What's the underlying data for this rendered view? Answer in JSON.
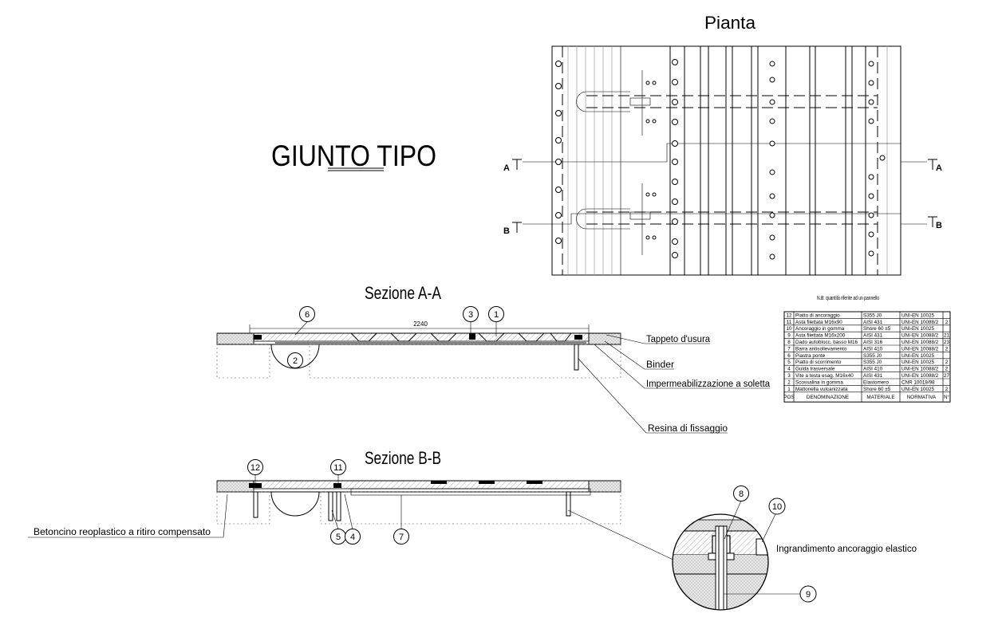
{
  "title": "GIUNTO TIPO",
  "views": {
    "plan": "Pianta",
    "section_aa": "Sezione A-A",
    "section_bb": "Sezione B-B"
  },
  "section_markers": {
    "a_left": "A",
    "a_right": "A",
    "b_left": "B",
    "b_right": "B"
  },
  "dimension": "2240",
  "callouts": {
    "tappeto": "Tappeto d'usura",
    "binder": "Binder",
    "impermeabilizzazione": "Impermeabilizzazione a soletta",
    "resina": "Resina di fissaggio",
    "betoncino": "Betoncino reoplastico a ritiro  compensato",
    "ingrandimento": "Ingrandimento ancoraggio elastico"
  },
  "balloons": [
    "1",
    "2",
    "3",
    "4",
    "5",
    "6",
    "7",
    "8",
    "9",
    "10",
    "11",
    "12"
  ],
  "table": {
    "note": "N.B: quantità riferite ad un pannello",
    "headers": [
      "POS",
      "DENOMINAZIONE",
      "MATERIALE",
      "NORMATIVA",
      "N°"
    ],
    "rows": [
      {
        "pos": "12",
        "name": "Piatto di ancoraggio",
        "mat": "S355 J0",
        "norm": "UNI-EN 10025",
        "qty": ""
      },
      {
        "pos": "11",
        "name": "Asta filettata M16x90",
        "mat": "AISI 431",
        "norm": "UNI-EN 10088/2",
        "qty": "2"
      },
      {
        "pos": "10",
        "name": "Ancoraggio in gomma",
        "mat": "Shore 60 ±5",
        "norm": "UNI-EN 10025",
        "qty": ""
      },
      {
        "pos": "9",
        "name": "Asta filettata M16x200",
        "mat": "AISI 431",
        "norm": "UNI-EN 10088/2",
        "qty": "21"
      },
      {
        "pos": "8",
        "name": "Dado autoblocc. basso M16",
        "mat": "AISI 316",
        "norm": "UNI-EN 10088/2",
        "qty": "23"
      },
      {
        "pos": "7",
        "name": "Barra antisollevamento",
        "mat": "AISI 410",
        "norm": "UNI-EN 10088/2",
        "qty": "2"
      },
      {
        "pos": "6",
        "name": "Piastra ponte",
        "mat": "S355 J0",
        "norm": "UNI-EN 10025",
        "qty": ""
      },
      {
        "pos": "5",
        "name": "Piatto di scorrimento",
        "mat": "S355 J0",
        "norm": "UNI-EN 10025",
        "qty": "2"
      },
      {
        "pos": "4",
        "name": "Guida trasversale",
        "mat": "AISI 410",
        "norm": "UNI-EN 10088/2",
        "qty": "2"
      },
      {
        "pos": "3",
        "name": "Vite a testa esag. M16x40",
        "mat": "AISI 431",
        "norm": "UNI-EN 10088/2",
        "qty": "27"
      },
      {
        "pos": "2",
        "name": "Scossalina in gomma",
        "mat": "Elastomero",
        "norm": "CNR 10018/98",
        "qty": ""
      },
      {
        "pos": "1",
        "name": "Mattonella vulcanizzata",
        "mat": "Shore 60 ±5",
        "norm": "UNI-EN 10025",
        "qty": "2"
      }
    ]
  }
}
